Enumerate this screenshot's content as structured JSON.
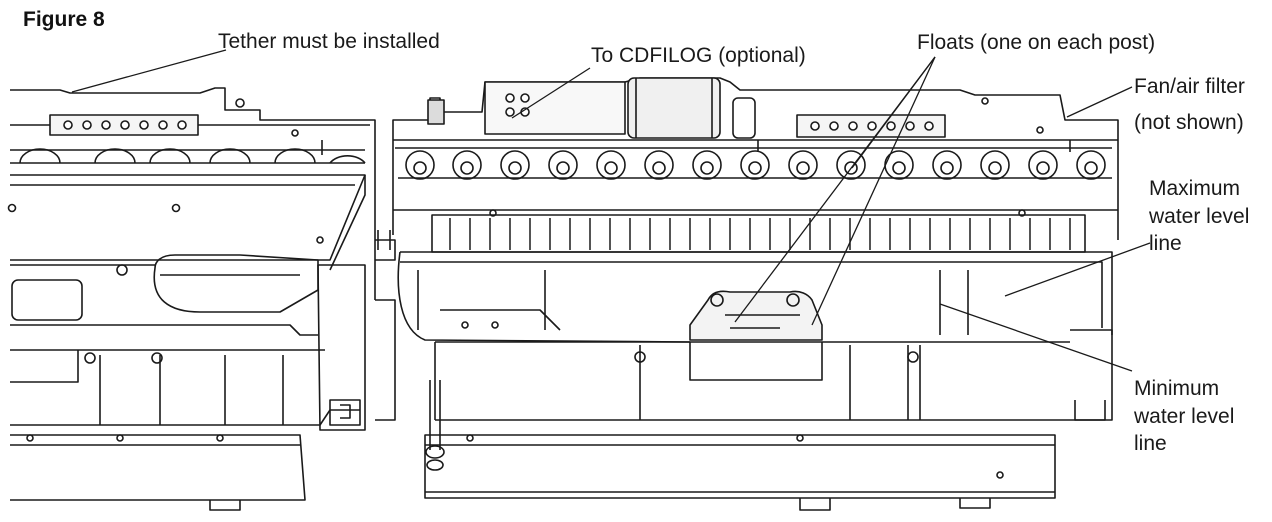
{
  "figure": {
    "title": "Figure 8"
  },
  "labels": {
    "tether": "Tether must be installed",
    "cdfilog": "To CDFILOG (optional)",
    "floats": "Floats (one on each post)",
    "fan_line1": "Fan/air filter",
    "fan_line2": "(not shown)",
    "max_line1": "Maximum",
    "max_line2": "water level",
    "max_line3": "line",
    "min_line1": "Minimum",
    "min_line2": "water level",
    "min_line3": "line"
  },
  "colors": {
    "ink": "#1a1a1a",
    "shade": "#dcdcdc",
    "background": "#ffffff"
  }
}
